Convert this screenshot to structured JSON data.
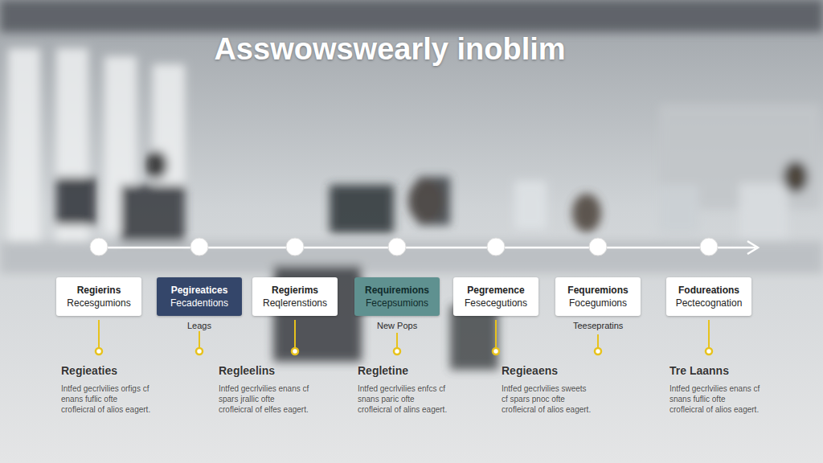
{
  "diagram": {
    "title": "Asswowswearly inoblim",
    "nodes": [
      {
        "text": [
          "Regierins",
          "Recesgumions"
        ]
      },
      {
        "text": [
          "Pegireatices",
          "Fecadentions"
        ]
      },
      {
        "text": [
          "Regierims",
          "Reqlerenstions"
        ]
      },
      {
        "text": [
          "Requiremions",
          "Fecepsumions"
        ]
      },
      {
        "text": [
          "Pegremence",
          "Fesecegutions"
        ]
      },
      {
        "text": [
          "Fequremions",
          "Focegumions"
        ]
      },
      {
        "text": [
          "Fodureations",
          "Pectecognation"
        ]
      }
    ],
    "labels": [
      "Leags",
      "New Pops",
      "Teesepratins",
      "Regieaties",
      "Intfed gecrlvilies orfigs cf enans fuflic ofte crofleicral of alios eagert.",
      "Regleelins",
      "Intfed gecrlvilies enans cf spars jrallic ofte crofleicral of elfes eagert.",
      "Regletine",
      "Intfed gecrlvilies enfcs cf snans paric ofte crofleicral of alins eagert.",
      "Regieaens",
      "Intfed gecrlvilies sweets cf spars pnoc ofte crofleicral of alios eagert.",
      "Tre Laanns",
      "Intfed gecrlvilies enans cf snans fuflic ofte crofleicral of alios eagert."
    ]
  }
}
